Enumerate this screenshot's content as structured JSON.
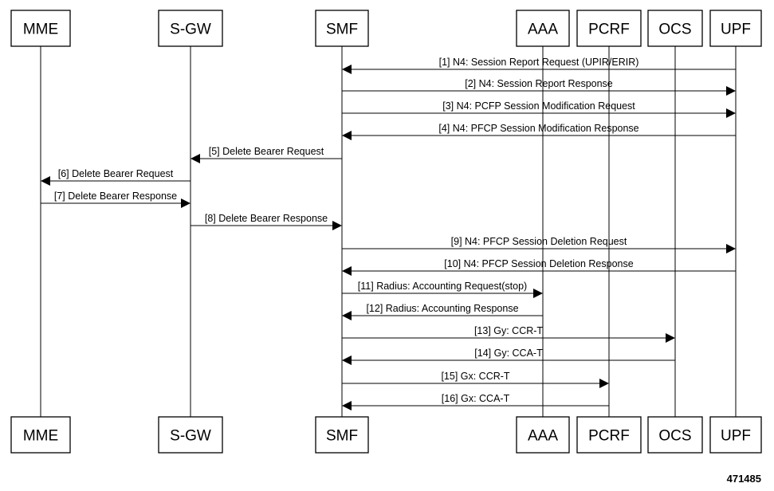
{
  "participants": [
    {
      "id": "mme",
      "label": "MME"
    },
    {
      "id": "sgw",
      "label": "S-GW"
    },
    {
      "id": "smf",
      "label": "SMF"
    },
    {
      "id": "aaa",
      "label": "AAA"
    },
    {
      "id": "pcrf",
      "label": "PCRF"
    },
    {
      "id": "ocs",
      "label": "OCS"
    },
    {
      "id": "upf",
      "label": "UPF"
    }
  ],
  "messages": [
    {
      "from": "upf",
      "to": "smf",
      "label": "[1] N4: Session Report Request (UPIR/ERIR)"
    },
    {
      "from": "smf",
      "to": "upf",
      "label": "[2] N4: Session Report Response"
    },
    {
      "from": "smf",
      "to": "upf",
      "label": "[3] N4: PCFP Session Modification Request"
    },
    {
      "from": "upf",
      "to": "smf",
      "label": "[4] N4: PFCP Session Modification Response"
    },
    {
      "from": "smf",
      "to": "sgw",
      "label": "[5] Delete Bearer Request"
    },
    {
      "from": "sgw",
      "to": "mme",
      "label": "[6] Delete Bearer Request"
    },
    {
      "from": "mme",
      "to": "sgw",
      "label": "[7] Delete Bearer Response"
    },
    {
      "from": "sgw",
      "to": "smf",
      "label": "[8] Delete Bearer Response"
    },
    {
      "from": "smf",
      "to": "upf",
      "label": "[9] N4: PFCP Session Deletion Request"
    },
    {
      "from": "upf",
      "to": "smf",
      "label": "[10] N4: PFCP Session Deletion Response"
    },
    {
      "from": "smf",
      "to": "aaa",
      "label": "[11] Radius: Accounting Request(stop)"
    },
    {
      "from": "aaa",
      "to": "smf",
      "label": "[12] Radius: Accounting Response"
    },
    {
      "from": "smf",
      "to": "ocs",
      "label": "[13] Gy: CCR-T"
    },
    {
      "from": "ocs",
      "to": "smf",
      "label": "[14] Gy: CCA-T"
    },
    {
      "from": "smf",
      "to": "pcrf",
      "label": "[15] Gx: CCR-T"
    },
    {
      "from": "pcrf",
      "to": "smf",
      "label": "[16] Gx: CCA-T"
    }
  ],
  "figure_id": "471485"
}
